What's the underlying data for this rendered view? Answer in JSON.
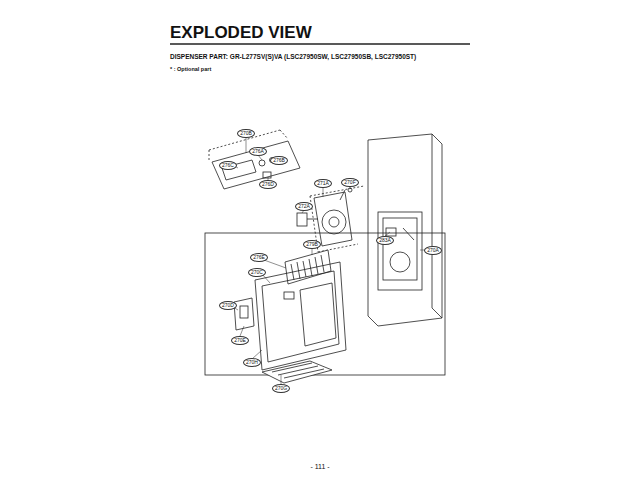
{
  "diagram": {
    "title": "EXPLODED VIEW",
    "nodes": [
      {
        "text": [
          "270B"
        ]
      },
      {
        "text": [
          "276A"
        ]
      },
      {
        "text": [
          "276B"
        ]
      },
      {
        "text": [
          "276C"
        ]
      },
      {
        "text": [
          "276D"
        ]
      },
      {
        "text": [
          "271A"
        ]
      },
      {
        "text": [
          "270F"
        ]
      },
      {
        "text": [
          "272A"
        ]
      },
      {
        "text": [
          "283A"
        ]
      },
      {
        "text": [
          "270A"
        ]
      },
      {
        "text": [
          "279B"
        ]
      },
      {
        "text": [
          "276E"
        ]
      },
      {
        "text": [
          "270C"
        ]
      },
      {
        "text": [
          "270D"
        ]
      },
      {
        "text": [
          "270E"
        ]
      },
      {
        "text": [
          "270H"
        ]
      },
      {
        "text": [
          "270G"
        ]
      }
    ],
    "labels": [
      "DISPENSER PART: GR-L277SV(S)VA (LSC27950SW, LSC27950SB, LSC27950ST)",
      "* : Optional part",
      "- 111 -"
    ]
  }
}
